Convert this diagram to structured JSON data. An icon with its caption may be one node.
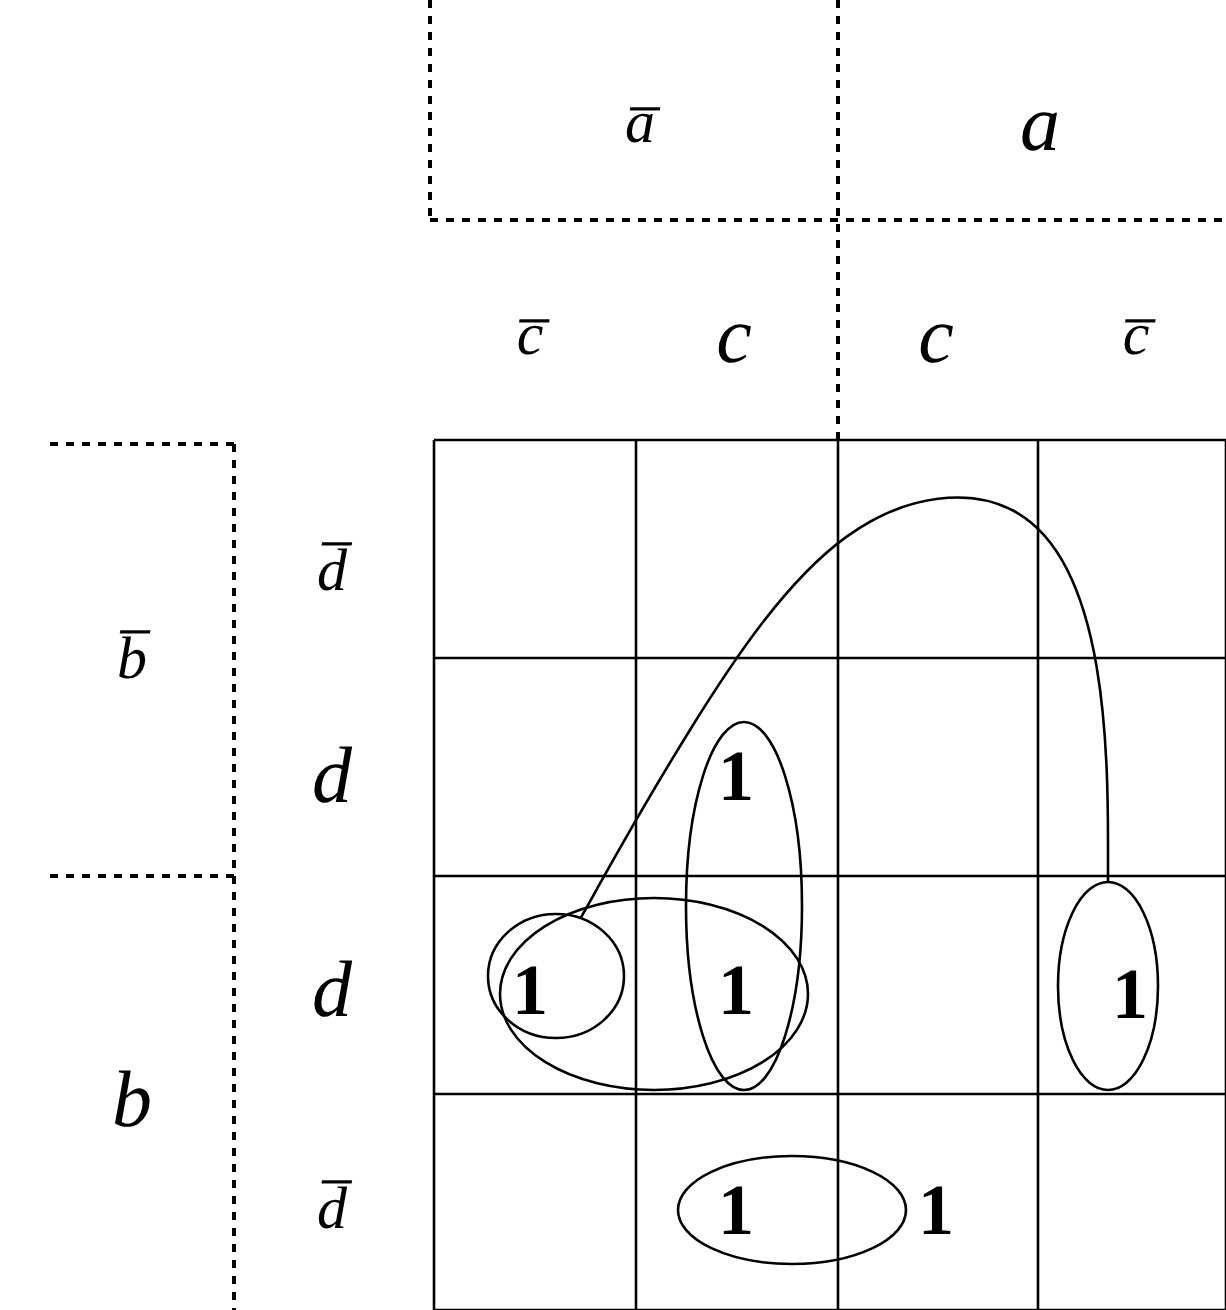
{
  "diagram": {
    "nodes": [
      {
        "text": [],
        "shape": "circle"
      },
      {
        "text": [],
        "shape": "circle"
      },
      {
        "text": [],
        "shape": "circle"
      },
      {
        "text": [],
        "shape": "circle"
      },
      {
        "text": [],
        "shape": "circle"
      }
    ],
    "edges": [
      {
        "from": 0,
        "to": 1,
        "arrow": "none"
      }
    ],
    "labels": [
      "a̅",
      "a",
      "c̅",
      "c",
      "c",
      "c̅",
      "d̅",
      "b̅",
      "d",
      "1",
      "d",
      "1",
      "1",
      "1",
      "b",
      "d̅",
      "1",
      "1"
    ]
  }
}
